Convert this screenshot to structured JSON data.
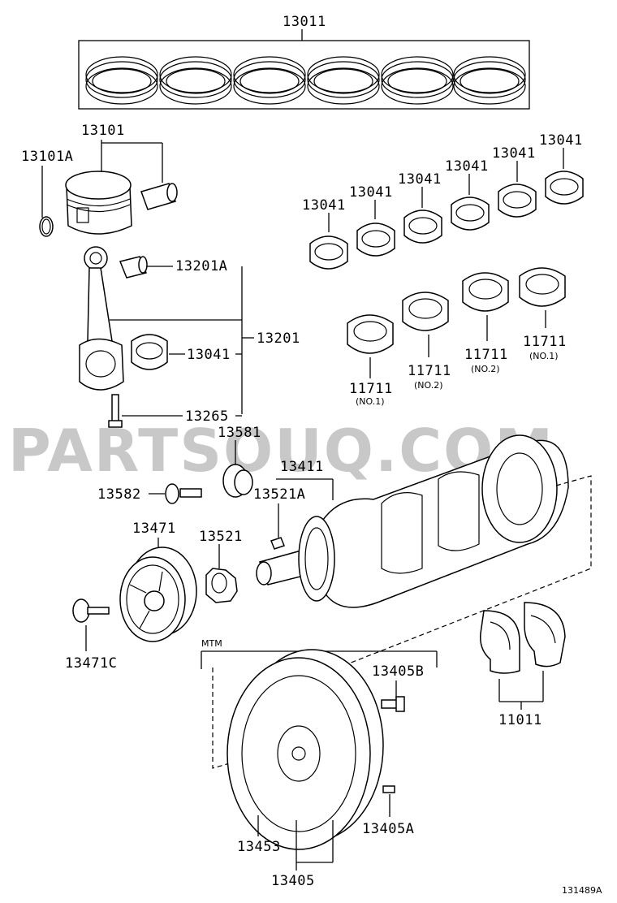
{
  "watermark": "PARTSOUQ.COM",
  "figure_code": "131489A",
  "labels": {
    "p13011": "13011",
    "p13101": "13101",
    "p13101A": "13101A",
    "p13201A": "13201A",
    "p13201": "13201",
    "p13041_rod": "13041",
    "p13265": "13265",
    "p13041_1": "13041",
    "p13041_2": "13041",
    "p13041_3": "13041",
    "p13041_4": "13041",
    "p13041_5": "13041",
    "p13041_6": "13041",
    "p11711_a": "11711",
    "p11711_a_note": "(NO.1)",
    "p11711_b": "11711",
    "p11711_b_note": "(NO.2)",
    "p11711_c": "11711",
    "p11711_c_note": "(NO.2)",
    "p11711_d": "11711",
    "p11711_d_note": "(NO.1)",
    "p13581": "13581",
    "p13582": "13582",
    "p13411": "13411",
    "p13521A": "13521A",
    "p13471": "13471",
    "p13521": "13521",
    "p13471C": "13471C",
    "mtm": "MTM",
    "p13405B": "13405B",
    "p11011": "11011",
    "p13453": "13453",
    "p13405A": "13405A",
    "p13405": "13405"
  }
}
